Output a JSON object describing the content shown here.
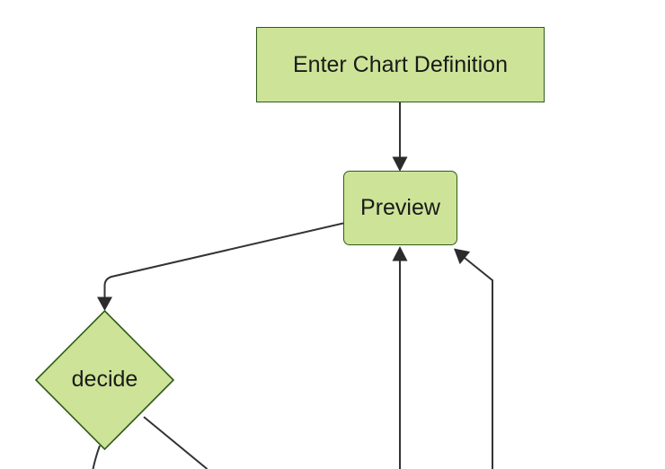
{
  "diagram": {
    "type": "flowchart",
    "theme": "forest",
    "background": "#ffffff",
    "colors": {
      "node_fill": "#cde498",
      "node_border": "#2f5c17",
      "edge_line": "#333333",
      "arrowhead": "#2b2b2b",
      "label_text": "#1a1a1a"
    }
  },
  "nodes": [
    {
      "id": "enter-chart-definition",
      "label": "Enter Chart Definition",
      "shape": "rectangle"
    },
    {
      "id": "preview",
      "label": "Preview",
      "shape": "rounded-rectangle"
    },
    {
      "id": "decide",
      "label": "decide",
      "shape": "diamond"
    }
  ],
  "edges": [
    {
      "from": "enter-chart-definition",
      "to": "preview",
      "style": "arrow"
    },
    {
      "from": "preview",
      "to": "decide",
      "style": "arrow"
    },
    {
      "from": "offscreen-bottom-center",
      "to": "preview",
      "style": "arrow"
    },
    {
      "from": "offscreen-bottom-right",
      "to": "preview",
      "style": "arrow"
    },
    {
      "from": "decide",
      "to": "offscreen-bottom-left",
      "style": "line"
    },
    {
      "from": "decide",
      "to": "offscreen-bottom-right",
      "style": "line"
    }
  ]
}
